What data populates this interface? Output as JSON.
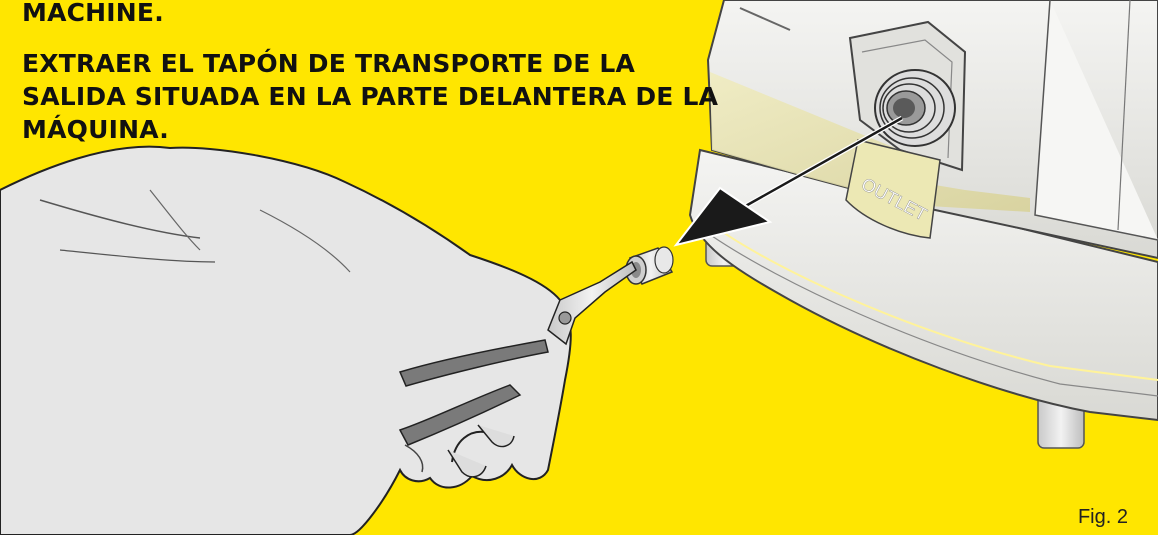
{
  "instruction": {
    "english_tail": "MACHINE.",
    "spanish": "EXTRAER EL TAPÓN DE TRANSPORTE DE LA SALIDA SITUADA EN LA PARTE DELANTERA DE LA MÁQUINA."
  },
  "machine": {
    "outlet_label": "OUTLET"
  },
  "figure_label": "Fig. 2",
  "colors": {
    "background": "#FFE600",
    "arrow": "#1a1a1a",
    "hand": "#e6e6e6"
  }
}
